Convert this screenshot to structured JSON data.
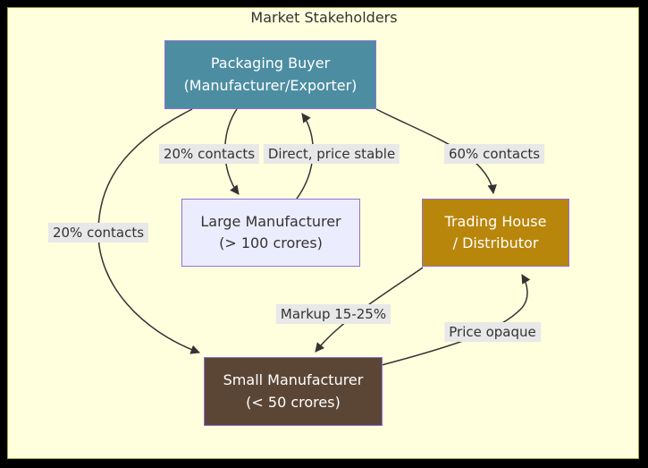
{
  "diagram": {
    "title": "Market Stakeholders",
    "colors": {
      "canvas": "#000000",
      "cluster_fill": "#ffffde",
      "cluster_border": "#aaaa33",
      "edge": "#333333",
      "edge_label_bg": "#e8e8e8",
      "edge_label_text": "#333333",
      "node_border": "#9370db",
      "title_text": "#333333"
    },
    "nodes": [
      {
        "name": "packaging-buyer",
        "line1": "Packaging Buyer",
        "line2": "(Manufacturer/Exporter)",
        "fill": "#4d8da1",
        "text": "#ffffff"
      },
      {
        "name": "large-manufacturer",
        "line1": "Large Manufacturer",
        "line2": "(> 100 crores)",
        "fill": "#ececff",
        "text": "#333333"
      },
      {
        "name": "trading-house",
        "line1": "Trading House",
        "line2": "/ Distributor",
        "fill": "#b8860b",
        "text": "#ffffff"
      },
      {
        "name": "small-manufacturer",
        "line1": "Small Manufacturer",
        "line2": "(< 50 crores)",
        "fill": "#5b4636",
        "text": "#ffffff"
      }
    ],
    "edges": [
      {
        "from": "packaging-buyer",
        "to": "large-manufacturer",
        "label": "20% contacts"
      },
      {
        "from": "large-manufacturer",
        "to": "packaging-buyer",
        "label": "Direct, price stable"
      },
      {
        "from": "packaging-buyer",
        "to": "trading-house",
        "label": "60% contacts"
      },
      {
        "from": "packaging-buyer",
        "to": "small-manufacturer",
        "label": "20% contacts"
      },
      {
        "from": "trading-house",
        "to": "small-manufacturer",
        "label": "Markup 15-25%"
      },
      {
        "from": "small-manufacturer",
        "to": "trading-house",
        "label": "Price opaque"
      }
    ]
  }
}
